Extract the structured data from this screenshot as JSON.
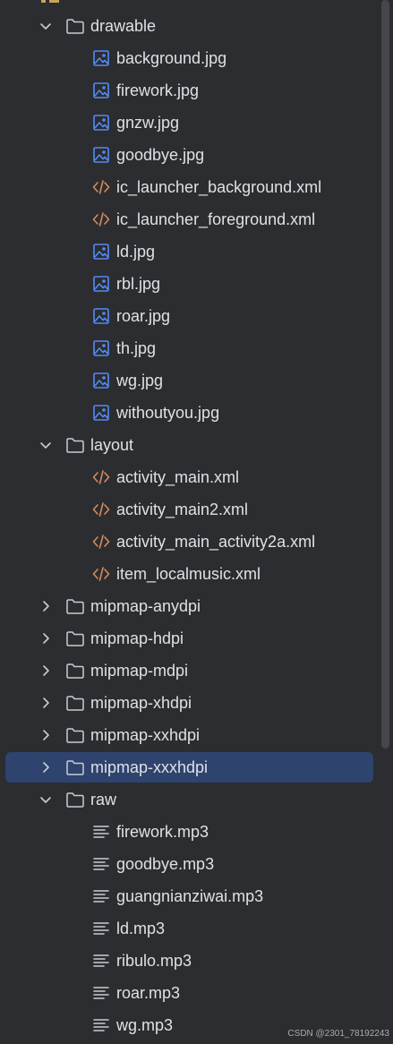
{
  "colors": {
    "background": "#2b2d30",
    "text": "#dfe1e5",
    "selection": "#2e436e",
    "image_icon": "#548af7",
    "xml_icon": "#d98a5a",
    "text_icon": "#c9ccd1",
    "folder_icon": "#c9ccd1"
  },
  "tree": [
    {
      "type": "folder",
      "label": "drawable",
      "expanded": true,
      "selected": false
    },
    {
      "type": "file",
      "icon": "image-icon",
      "label": "background.jpg"
    },
    {
      "type": "file",
      "icon": "image-icon",
      "label": "firework.jpg"
    },
    {
      "type": "file",
      "icon": "image-icon",
      "label": "gnzw.jpg"
    },
    {
      "type": "file",
      "icon": "image-icon",
      "label": "goodbye.jpg"
    },
    {
      "type": "file",
      "icon": "xml-icon",
      "label": "ic_launcher_background.xml"
    },
    {
      "type": "file",
      "icon": "xml-icon",
      "label": "ic_launcher_foreground.xml"
    },
    {
      "type": "file",
      "icon": "image-icon",
      "label": "ld.jpg"
    },
    {
      "type": "file",
      "icon": "image-icon",
      "label": "rbl.jpg"
    },
    {
      "type": "file",
      "icon": "image-icon",
      "label": "roar.jpg"
    },
    {
      "type": "file",
      "icon": "image-icon",
      "label": "th.jpg"
    },
    {
      "type": "file",
      "icon": "image-icon",
      "label": "wg.jpg"
    },
    {
      "type": "file",
      "icon": "image-icon",
      "label": "withoutyou.jpg"
    },
    {
      "type": "folder",
      "label": "layout",
      "expanded": true,
      "selected": false
    },
    {
      "type": "file",
      "icon": "xml-icon",
      "label": "activity_main.xml"
    },
    {
      "type": "file",
      "icon": "xml-icon",
      "label": "activity_main2.xml"
    },
    {
      "type": "file",
      "icon": "xml-icon",
      "label": "activity_main_activity2a.xml"
    },
    {
      "type": "file",
      "icon": "xml-icon",
      "label": "item_localmusic.xml"
    },
    {
      "type": "folder",
      "label": "mipmap-anydpi",
      "expanded": false,
      "selected": false
    },
    {
      "type": "folder",
      "label": "mipmap-hdpi",
      "expanded": false,
      "selected": false
    },
    {
      "type": "folder",
      "label": "mipmap-mdpi",
      "expanded": false,
      "selected": false
    },
    {
      "type": "folder",
      "label": "mipmap-xhdpi",
      "expanded": false,
      "selected": false
    },
    {
      "type": "folder",
      "label": "mipmap-xxhdpi",
      "expanded": false,
      "selected": false
    },
    {
      "type": "folder",
      "label": "mipmap-xxxhdpi",
      "expanded": false,
      "selected": true
    },
    {
      "type": "folder",
      "label": "raw",
      "expanded": true,
      "selected": false
    },
    {
      "type": "file",
      "icon": "text-file-icon",
      "label": "firework.mp3"
    },
    {
      "type": "file",
      "icon": "text-file-icon",
      "label": "goodbye.mp3"
    },
    {
      "type": "file",
      "icon": "text-file-icon",
      "label": "guangnianziwai.mp3"
    },
    {
      "type": "file",
      "icon": "text-file-icon",
      "label": "ld.mp3"
    },
    {
      "type": "file",
      "icon": "text-file-icon",
      "label": "ribulo.mp3"
    },
    {
      "type": "file",
      "icon": "text-file-icon",
      "label": "roar.mp3"
    },
    {
      "type": "file",
      "icon": "text-file-icon",
      "label": "wg.mp3"
    }
  ],
  "watermark": "CSDN @2301_78192243"
}
